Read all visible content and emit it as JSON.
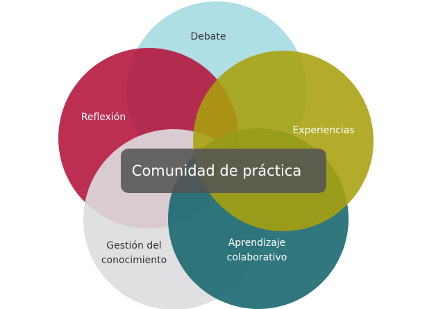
{
  "diagram": {
    "center": {
      "label": "Comunidad de práctica",
      "box_color": "#545454"
    },
    "circles": [
      {
        "id": "debate",
        "label": "Debate",
        "color": "#a6dbe2",
        "text_color": "#333333"
      },
      {
        "id": "reflexion",
        "label": "Reflexión",
        "color": "#b5173f",
        "text_color": "#ffffff"
      },
      {
        "id": "gestion",
        "lines": [
          "Gestión del",
          "conocimiento"
        ],
        "color": "#dddddf",
        "text_color": "#333333"
      },
      {
        "id": "aprendizaje",
        "lines": [
          "Aprendizaje",
          "colaborativo"
        ],
        "color": "#1a6870",
        "text_color": "#ffffff"
      },
      {
        "id": "experiencias",
        "label": "Experiencias",
        "color": "#a8a00c",
        "text_color": "#ffffff"
      }
    ]
  }
}
